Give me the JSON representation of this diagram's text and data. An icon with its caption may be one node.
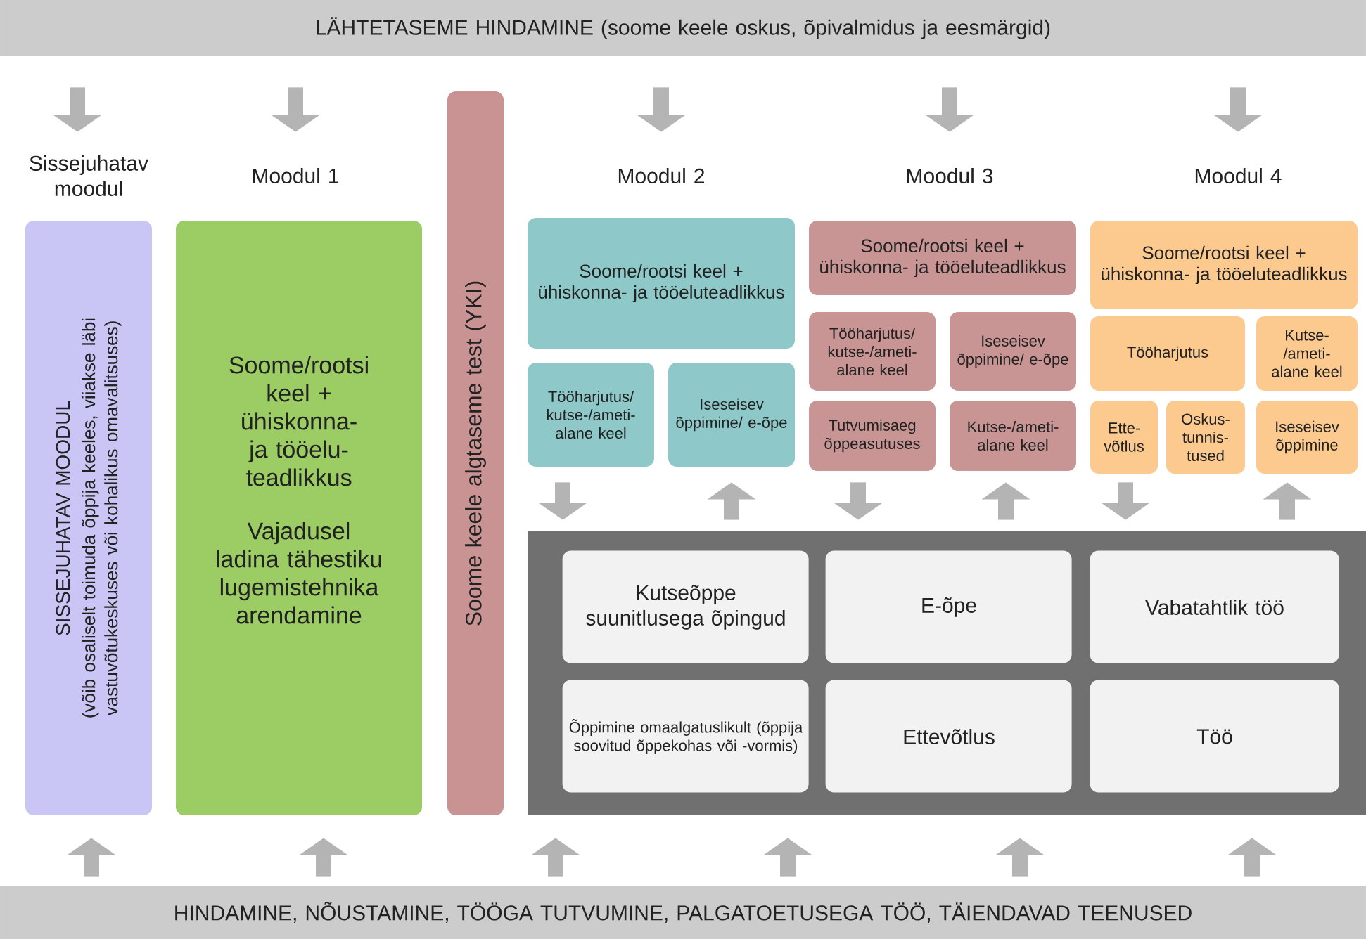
{
  "diagram": {
    "nodes": [
      {
        "text": [
          "LÄHTETASEME HINDAMINE (soome keele oskus, õpivalmidus ja eesmärgid)"
        ]
      },
      {
        "text": [
          "Sissejuhatav moodul",
          "SISSEJUHATAV MOODUL",
          "(võib osaliselt toimuda õppija keeles, viiakse läbi vastuvõtukeskuses või kohalikus omavalitsuses)"
        ]
      },
      {
        "text": [
          "Moodul 1",
          "Soome/rootsi keel + ühiskonna- ja tööelu- teadlikkus",
          "Vajadusel ladina tähestiku lugemistehnika arendamine"
        ]
      },
      {
        "text": [
          "Soome keele algtaseme test (YKI)"
        ]
      },
      {
        "text": [
          "Moodul 2",
          "Soome/rootsi keel + ühiskonna- ja tööeluteadlikkus"
        ]
      },
      {
        "text": [
          "Tööharjutus/ kutse-/ameti- alane keel"
        ]
      },
      {
        "text": [
          "Iseseisev õppimine/ e-õpe"
        ]
      },
      {
        "text": [
          "Moodul 3",
          "Soome/rootsi keel + ühiskonna- ja tööeluteadlikkus"
        ]
      },
      {
        "text": [
          "Tööharjutus/ kutse-/ameti- alane keel"
        ]
      },
      {
        "text": [
          "Iseseisev õppimine/ e-õpe"
        ]
      },
      {
        "text": [
          "Tutvumisaeg õppeasutuses"
        ]
      },
      {
        "text": [
          "Kutse-/ameti- alane keel"
        ]
      },
      {
        "text": [
          "Moodul 4",
          "Soome/rootsi keel + ühiskonna- ja tööeluteadlikkus"
        ]
      },
      {
        "text": [
          "Tööharjutus"
        ]
      },
      {
        "text": [
          "Kutse- /ameti- alane keel"
        ]
      },
      {
        "text": [
          "Ette- võtlus"
        ]
      },
      {
        "text": [
          "Oskus- tunnis- tused"
        ]
      },
      {
        "text": [
          "Iseseisev õppimine"
        ]
      },
      {
        "text": [],
        "shape": "box"
      },
      {
        "text": [
          "Kutseõppe suunitlusega õpingud"
        ],
        "in": 18
      },
      {
        "text": [
          "E-õpe"
        ],
        "in": 18
      },
      {
        "text": [
          "Vabatahtlik töö"
        ],
        "in": 18
      },
      {
        "text": [
          "Õppimine omaalgatuslikult (õppija soovitud õppekohas või -vormis)"
        ],
        "in": 18
      },
      {
        "text": [
          "Ettevõtlus"
        ],
        "in": 18
      },
      {
        "text": [
          "Töö"
        ],
        "in": 18
      },
      {
        "text": [
          "HINDAMINE, NÕUSTAMINE,  TÖÖGA TUTVUMINE, PALGATOETUSEGA TÖÖ, TÄIENDAVAD TEENUSED"
        ]
      }
    ],
    "edges": [
      {
        "from": 0,
        "to": 1,
        "arrow": "to"
      },
      {
        "from": 0,
        "to": 2,
        "arrow": "to"
      },
      {
        "from": 0,
        "to": 4,
        "arrow": "to"
      },
      {
        "from": 0,
        "to": 7,
        "arrow": "to"
      },
      {
        "from": 0,
        "to": 12,
        "arrow": "to"
      },
      {
        "from": 5,
        "to": 18,
        "arrow": "to"
      },
      {
        "from": 18,
        "to": 6,
        "arrow": "to"
      },
      {
        "from": 10,
        "to": 18,
        "arrow": "to"
      },
      {
        "from": 18,
        "to": 11,
        "arrow": "to"
      },
      {
        "from": 15,
        "to": 18,
        "arrow": "to"
      },
      {
        "from": 18,
        "to": 17,
        "arrow": "to"
      },
      {
        "from": 25,
        "to": 1,
        "arrow": "to"
      },
      {
        "from": 25,
        "to": 2,
        "arrow": "to"
      },
      {
        "from": 25,
        "to": 18,
        "arrow": "to"
      },
      {
        "from": 25,
        "to": 18,
        "arrow": "to"
      },
      {
        "from": 25,
        "to": 18,
        "arrow": "to"
      },
      {
        "from": 25,
        "to": 18,
        "arrow": "to"
      }
    ]
  }
}
